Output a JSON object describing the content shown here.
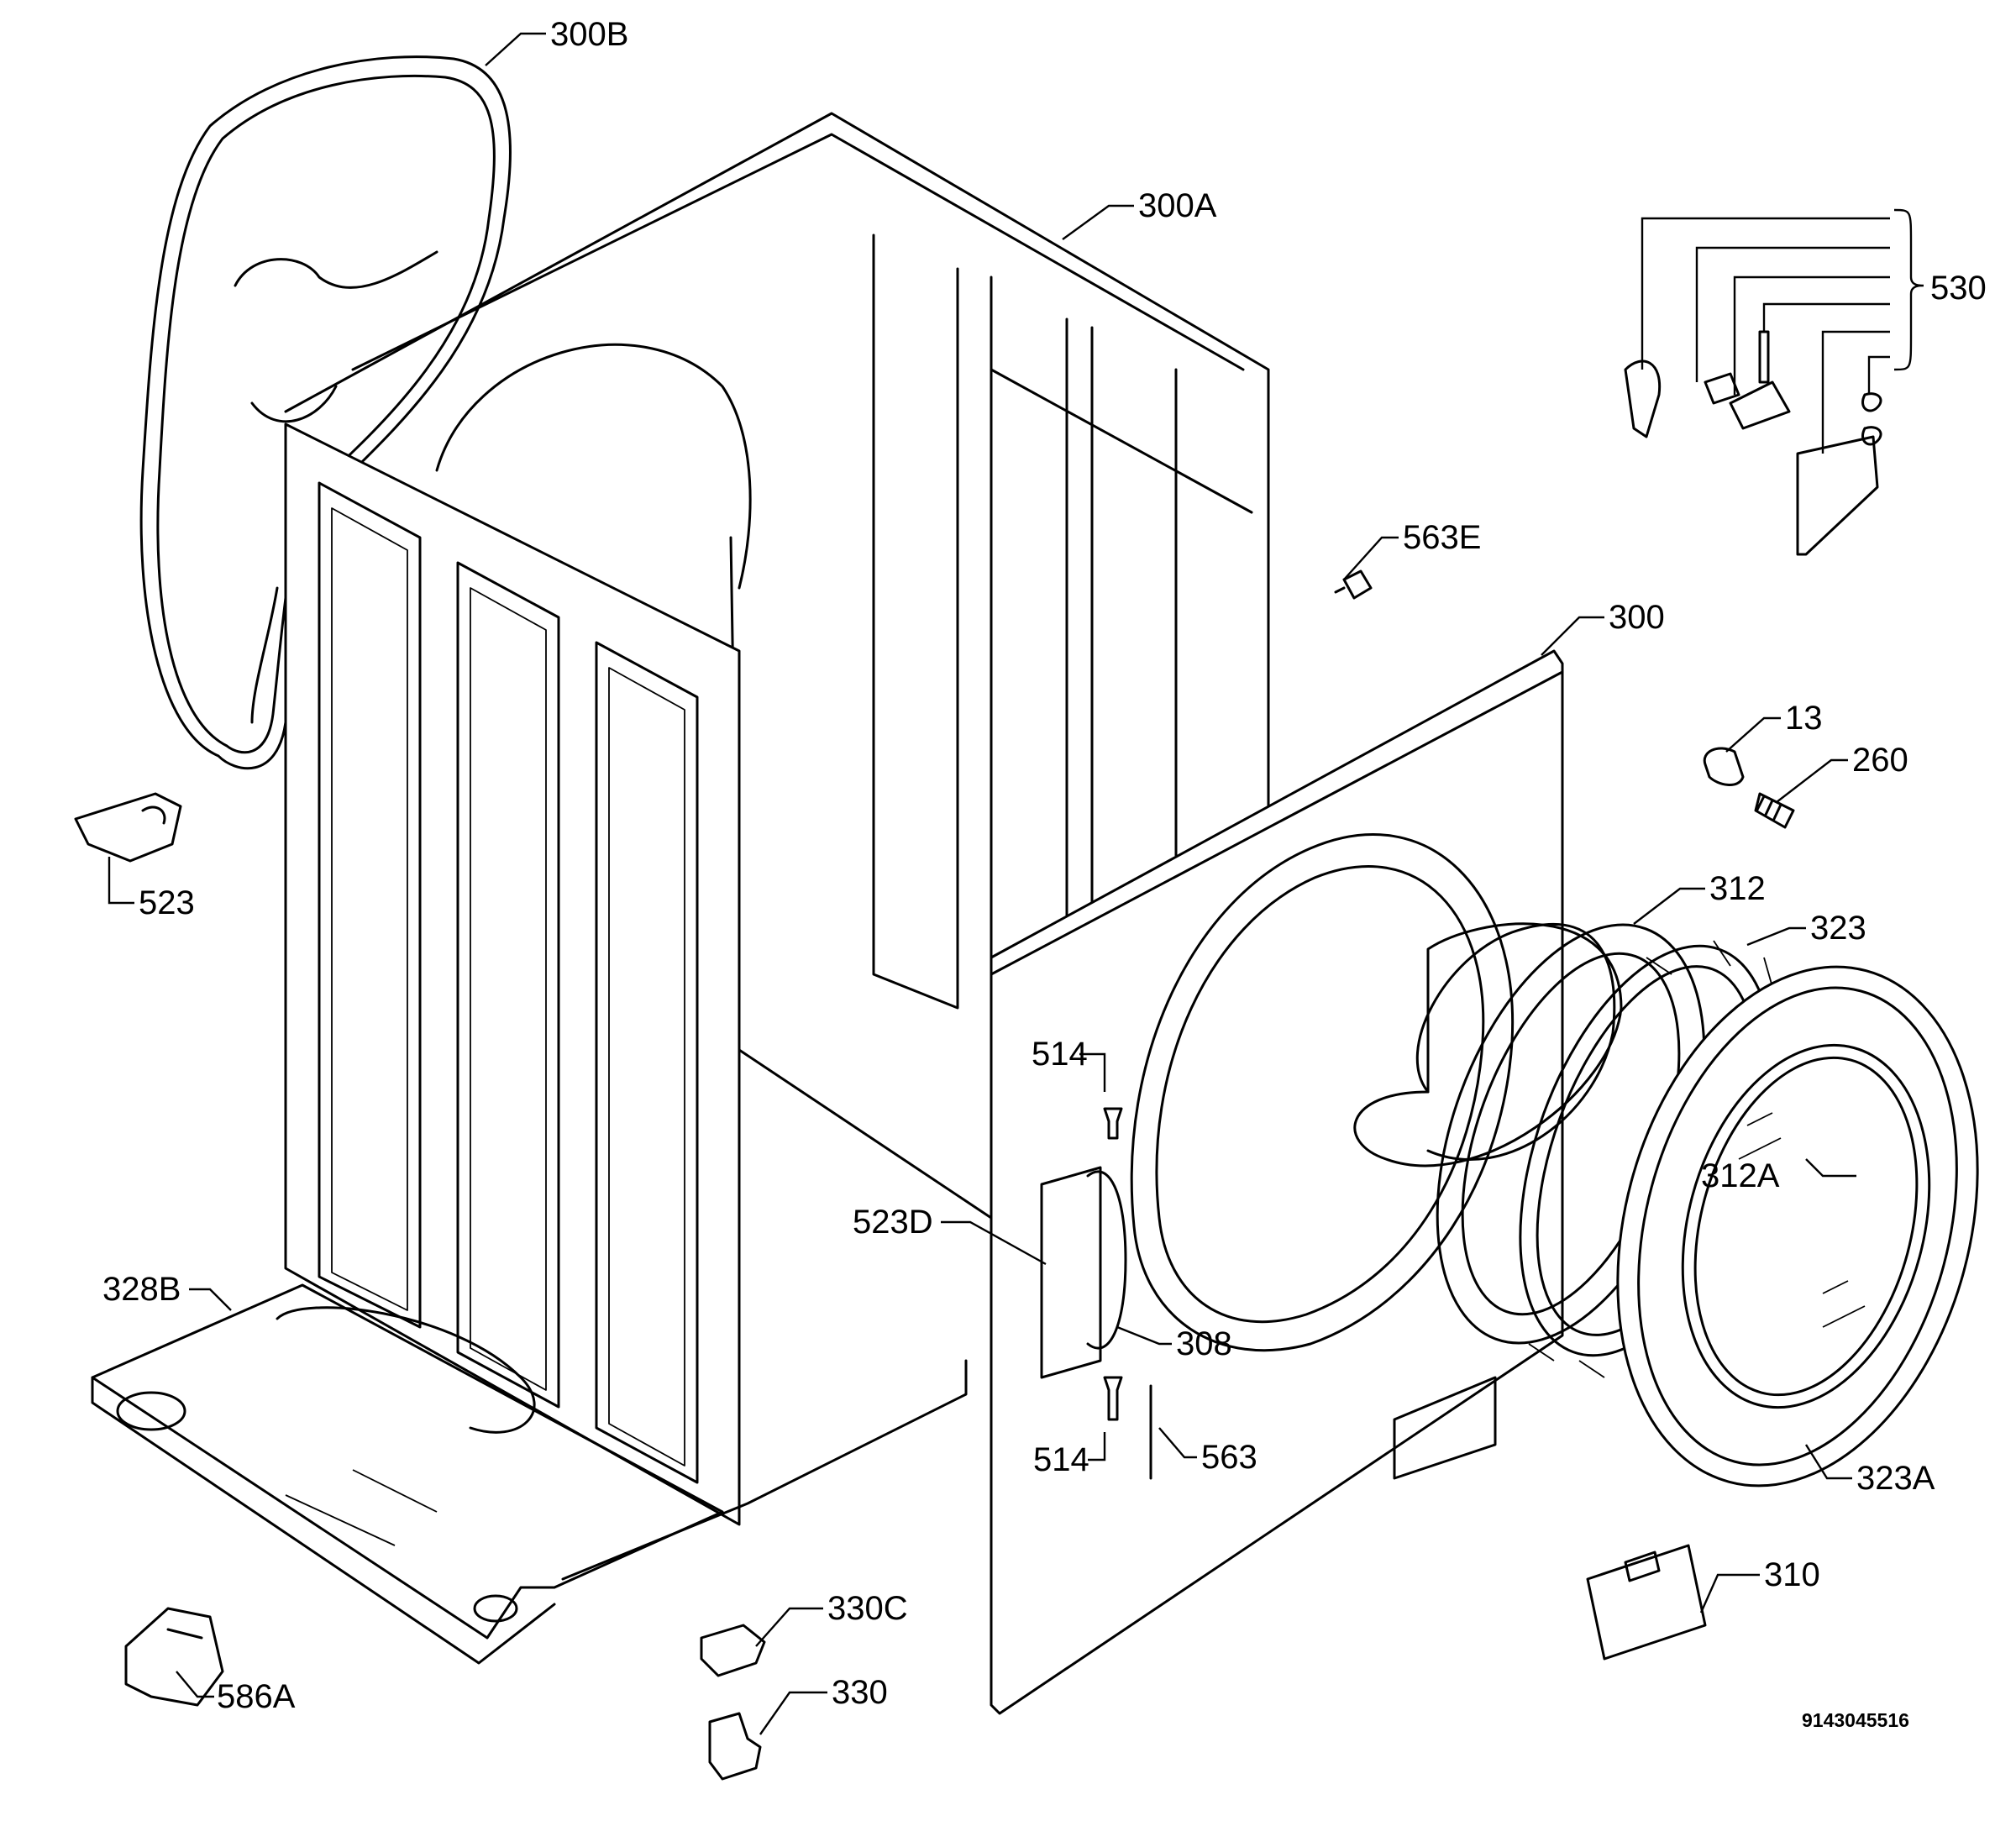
{
  "diagram": {
    "drawing_number": "9143045516",
    "parts": {
      "p300B": "300B",
      "p300A": "300A",
      "p530": "530",
      "p563E": "563E",
      "p300": "300",
      "p13": "13",
      "p260": "260",
      "p523": "523",
      "p312": "312",
      "p323": "323",
      "p514a": "514",
      "p312A": "312A",
      "p523D": "523D",
      "p328B": "328B",
      "p308": "308",
      "p514b": "514",
      "p563": "563",
      "p323A": "323A",
      "p310": "310",
      "p330C": "330C",
      "p586A": "586A",
      "p330": "330"
    }
  }
}
